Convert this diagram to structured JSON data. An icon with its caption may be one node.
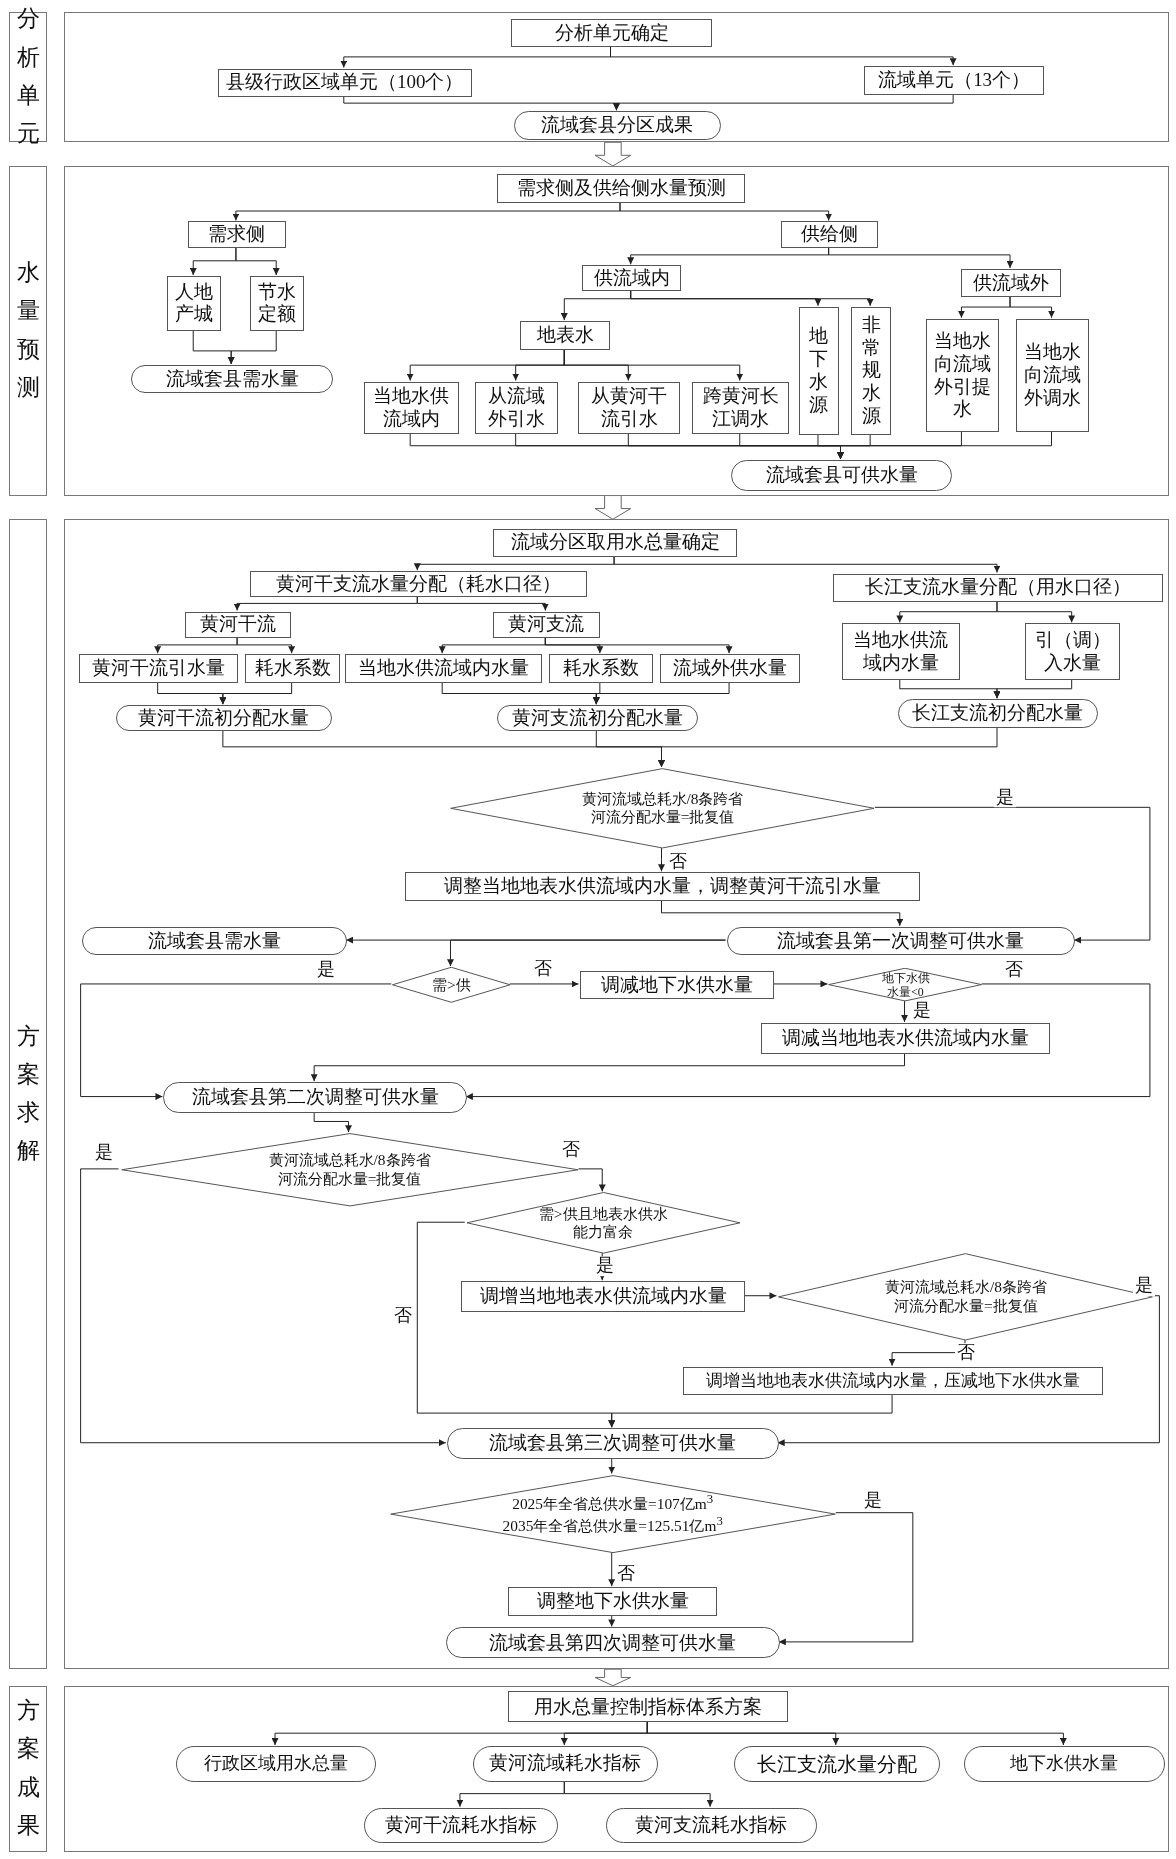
{
  "diagram": {
    "nodes": [
      {
        "text": [
          "分析单元"
        ]
      },
      {
        "text": [],
        "shape": "box"
      },
      {
        "text": [
          "分析单元确定"
        ],
        "in": 1
      },
      {
        "text": [
          "县级行政区域单元（100个）"
        ],
        "in": 1
      },
      {
        "text": [
          "流域单元（13个）"
        ],
        "in": 1
      },
      {
        "text": [
          "流域套县分区成果"
        ],
        "in": 1
      },
      {
        "text": [
          "水量预测"
        ]
      },
      {
        "text": [],
        "shape": "box"
      },
      {
        "text": [
          "需求侧及供给侧水量预测"
        ],
        "in": 7
      },
      {
        "text": [
          "需求侧"
        ],
        "in": 7
      },
      {
        "text": [
          "供给侧"
        ],
        "in": 7
      },
      {
        "text": [
          "人地产城"
        ],
        "in": 7
      },
      {
        "text": [
          "节水定额"
        ],
        "in": 7
      },
      {
        "text": [
          "流域套县需水量"
        ],
        "in": 7
      },
      {
        "text": [
          "供流域内"
        ],
        "in": 7
      },
      {
        "text": [
          "供流域外"
        ],
        "in": 7
      },
      {
        "text": [
          "地表水"
        ],
        "in": 7
      },
      {
        "text": [
          "地下水源"
        ],
        "in": 7
      },
      {
        "text": [
          "非常规水源"
        ],
        "in": 7
      },
      {
        "text": [
          "当地水向流域外引提水"
        ],
        "in": 7
      },
      {
        "text": [
          "当地水向流域外调水"
        ],
        "in": 7
      },
      {
        "text": [
          "当地水供流域内"
        ],
        "in": 7
      },
      {
        "text": [
          "从流域外引水"
        ],
        "in": 7
      },
      {
        "text": [
          "从黄河干流引水"
        ],
        "in": 7
      },
      {
        "text": [
          "跨黄河长江调水"
        ],
        "in": 7
      },
      {
        "text": [
          "流域套县可供水量"
        ],
        "in": 7
      },
      {
        "text": [
          "方案求解"
        ]
      },
      {
        "text": [],
        "shape": "box"
      },
      {
        "text": [
          "流域分区取用水总量确定"
        ],
        "in": 27
      },
      {
        "text": [
          "黄河干支流水量分配（耗水口径）"
        ],
        "in": 27
      },
      {
        "text": [
          "长江支流水量分配（用水口径）"
        ],
        "in": 27
      },
      {
        "text": [
          "黄河干流"
        ],
        "in": 27
      },
      {
        "text": [
          "黄河支流"
        ],
        "in": 27
      },
      {
        "text": [
          "黄河干流引水量"
        ],
        "in": 27
      },
      {
        "text": [
          "耗水系数"
        ],
        "in": 27
      },
      {
        "text": [
          "当地水供流域内水量"
        ],
        "in": 27
      },
      {
        "text": [
          "耗水系数"
        ],
        "in": 27
      },
      {
        "text": [
          "流域外供水量"
        ],
        "in": 27
      },
      {
        "text": [
          "当地水供流域内水量"
        ],
        "in": 27
      },
      {
        "text": [
          "引（调）入水量"
        ],
        "in": 27
      },
      {
        "text": [
          "黄河干流初分配水量"
        ],
        "in": 27
      },
      {
        "text": [
          "黄河支流初分配水量"
        ],
        "in": 27
      },
      {
        "text": [
          "长江支流初分配水量"
        ],
        "in": 27
      },
      {
        "text": [
          "黄河流域总耗水/8条跨省河流分配水量=批复值"
        ],
        "in": 27
      },
      {
        "text": [
          "调整当地地表水供流域内水量，调整黄河干流引水量"
        ],
        "in": 27
      },
      {
        "text": [
          "流域套县需水量"
        ],
        "in": 27
      },
      {
        "text": [
          "流域套县第一次调整可供水量"
        ],
        "in": 27
      },
      {
        "text": [
          "需>供"
        ],
        "in": 27
      },
      {
        "text": [
          "调减地下水供水量"
        ],
        "in": 27
      },
      {
        "text": [
          "地下水供水量<0"
        ],
        "in": 27
      },
      {
        "text": [
          "调减当地地表水供流域内水量"
        ],
        "in": 27
      },
      {
        "text": [
          "流域套县第二次调整可供水量"
        ],
        "in": 27
      },
      {
        "text": [
          "黄河流域总耗水/8条跨省河流分配水量=批复值"
        ],
        "in": 27
      },
      {
        "text": [
          "需>供且地表水供水能力富余"
        ],
        "in": 27
      },
      {
        "text": [
          "调增当地地表水供流域内水量"
        ],
        "in": 27
      },
      {
        "text": [
          "黄河流域总耗水/8条跨省河流分配水量=批复值"
        ],
        "in": 27
      },
      {
        "text": [
          "调增当地地表水供流域内水量，压减地下水供水量"
        ],
        "in": 27
      },
      {
        "text": [
          "流域套县第三次调整可供水量"
        ],
        "in": 27
      },
      {
        "text": [
          "2025年全省总供水量=107亿m$^{3}$",
          "2035年全省总供水量=125.51亿m$^{3}$"
        ],
        "in": 27
      },
      {
        "text": [
          "调整地下水供水量"
        ],
        "in": 27
      },
      {
        "text": [
          "流域套县第四次调整可供水量"
        ],
        "in": 27
      },
      {
        "text": [
          "方案成果"
        ]
      },
      {
        "text": [],
        "shape": "box"
      },
      {
        "text": [
          "用水总量控制指标体系方案"
        ],
        "in": 62
      },
      {
        "text": [
          "行政区域用水总量"
        ],
        "in": 62
      },
      {
        "text": [
          "黄河流域耗水指标"
        ],
        "in": 62
      },
      {
        "text": [
          "长江支流水量分配"
        ],
        "in": 62
      },
      {
        "text": [
          "地下水供水量"
        ],
        "in": 62
      },
      {
        "text": [
          "黄河干流耗水指标"
        ],
        "in": 62
      },
      {
        "text": [
          "黄河支流耗水指标"
        ],
        "in": 62
      }
    ],
    "edges": [
      {
        "from": 1,
        "to": 7,
        "arrow": "to",
        "style": "thick"
      },
      {
        "from": 7,
        "to": 27,
        "arrow": "to",
        "style": "thick"
      },
      {
        "from": 27,
        "to": 62,
        "arrow": "to",
        "style": "thick"
      },
      {
        "from": 2,
        "to": 3,
        "arrow": "to"
      },
      {
        "from": 2,
        "to": 4,
        "arrow": "to"
      },
      {
        "from": 3,
        "to": 5,
        "arrow": "to"
      },
      {
        "from": 4,
        "to": 5,
        "arrow": "to"
      },
      {
        "from": 8,
        "to": 9,
        "arrow": "to"
      },
      {
        "from": 8,
        "to": 10,
        "arrow": "to"
      },
      {
        "from": 9,
        "to": 11,
        "arrow": "to"
      },
      {
        "from": 9,
        "to": 12,
        "arrow": "to"
      },
      {
        "from": 11,
        "to": 13,
        "arrow": "to"
      },
      {
        "from": 12,
        "to": 13,
        "arrow": "to"
      },
      {
        "from": 10,
        "to": 14,
        "arrow": "to"
      },
      {
        "from": 10,
        "to": 15,
        "arrow": "to"
      },
      {
        "from": 14,
        "to": 16,
        "arrow": "to"
      },
      {
        "from": 14,
        "to": 17,
        "arrow": "to"
      },
      {
        "from": 14,
        "to": 18,
        "arrow": "to"
      },
      {
        "from": 15,
        "to": 19,
        "arrow": "to"
      },
      {
        "from": 15,
        "to": 20,
        "arrow": "to"
      },
      {
        "from": 16,
        "to": 21,
        "arrow": "to"
      },
      {
        "from": 16,
        "to": 22,
        "arrow": "to"
      },
      {
        "from": 16,
        "to": 23,
        "arrow": "to"
      },
      {
        "from": 16,
        "to": 24,
        "arrow": "to"
      },
      {
        "from": 21,
        "to": 25,
        "arrow": "to"
      },
      {
        "from": 22,
        "to": 25,
        "arrow": "to"
      },
      {
        "from": 23,
        "to": 25,
        "arrow": "to"
      },
      {
        "from": 24,
        "to": 25,
        "arrow": "to"
      },
      {
        "from": 17,
        "to": 25,
        "arrow": "to"
      },
      {
        "from": 18,
        "to": 25,
        "arrow": "to"
      },
      {
        "from": 19,
        "to": 25,
        "arrow": "to"
      },
      {
        "from": 20,
        "to": 25,
        "arrow": "to"
      },
      {
        "from": 28,
        "to": 29,
        "arrow": "to"
      },
      {
        "from": 28,
        "to": 30,
        "arrow": "to"
      },
      {
        "from": 29,
        "to": 31,
        "arrow": "to"
      },
      {
        "from": 29,
        "to": 32,
        "arrow": "to"
      },
      {
        "from": 31,
        "to": 33,
        "arrow": "to"
      },
      {
        "from": 31,
        "to": 34,
        "arrow": "to"
      },
      {
        "from": 32,
        "to": 35,
        "arrow": "to"
      },
      {
        "from": 32,
        "to": 36,
        "arrow": "to"
      },
      {
        "from": 32,
        "to": 37,
        "arrow": "to"
      },
      {
        "from": 30,
        "to": 38,
        "arrow": "to"
      },
      {
        "from": 30,
        "to": 39,
        "arrow": "to"
      },
      {
        "from": 33,
        "to": 40,
        "arrow": "to"
      },
      {
        "from": 34,
        "to": 40,
        "arrow": "to"
      },
      {
        "from": 35,
        "to": 41,
        "arrow": "to"
      },
      {
        "from": 36,
        "to": 41,
        "arrow": "to"
      },
      {
        "from": 37,
        "to": 41,
        "arrow": "to"
      },
      {
        "from": 38,
        "to": 42,
        "arrow": "to"
      },
      {
        "from": 39,
        "to": 42,
        "arrow": "to"
      },
      {
        "from": 40,
        "to": 43,
        "arrow": "to"
      },
      {
        "from": 41,
        "to": 43,
        "arrow": "to"
      },
      {
        "from": 42,
        "to": 43,
        "arrow": "to"
      },
      {
        "from": 43,
        "to": 44,
        "arrow": "to",
        "label": "否"
      },
      {
        "from": 43,
        "to": 46,
        "arrow": "to",
        "label": "是"
      },
      {
        "from": 44,
        "to": 46,
        "arrow": "to"
      },
      {
        "from": 46,
        "to": 45,
        "arrow": "to"
      },
      {
        "from": 46,
        "to": 47,
        "arrow": "to"
      },
      {
        "from": 47,
        "to": 48,
        "arrow": "to",
        "label": "否"
      },
      {
        "from": 47,
        "to": 51,
        "arrow": "to",
        "label": "是"
      },
      {
        "from": 48,
        "to": 49,
        "arrow": "to"
      },
      {
        "from": 49,
        "to": 50,
        "arrow": "to",
        "label": "是"
      },
      {
        "from": 49,
        "to": 51,
        "arrow": "to",
        "label": "否"
      },
      {
        "from": 50,
        "to": 51,
        "arrow": "to"
      },
      {
        "from": 51,
        "to": 52,
        "arrow": "to"
      },
      {
        "from": 52,
        "to": 53,
        "arrow": "to",
        "label": "否"
      },
      {
        "from": 52,
        "to": 57,
        "arrow": "to",
        "label": "是"
      },
      {
        "from": 53,
        "to": 54,
        "arrow": "to",
        "label": "是"
      },
      {
        "from": 53,
        "to": 57,
        "arrow": "to",
        "label": "否"
      },
      {
        "from": 54,
        "to": 55,
        "arrow": "to"
      },
      {
        "from": 55,
        "to": 56,
        "arrow": "to",
        "label": "否"
      },
      {
        "from": 55,
        "to": 57,
        "arrow": "to",
        "label": "是"
      },
      {
        "from": 56,
        "to": 57,
        "arrow": "to"
      },
      {
        "from": 57,
        "to": 58,
        "arrow": "to"
      },
      {
        "from": 58,
        "to": 59,
        "arrow": "to",
        "label": "否"
      },
      {
        "from": 58,
        "to": 60,
        "arrow": "to",
        "label": "是"
      },
      {
        "from": 59,
        "to": 60,
        "arrow": "to"
      },
      {
        "from": 63,
        "to": 64,
        "arrow": "to"
      },
      {
        "from": 63,
        "to": 65,
        "arrow": "to"
      },
      {
        "from": 63,
        "to": 66,
        "arrow": "to"
      },
      {
        "from": 63,
        "to": 67,
        "arrow": "to"
      },
      {
        "from": 65,
        "to": 68,
        "arrow": "to"
      },
      {
        "from": 65,
        "to": 69,
        "arrow": "to"
      }
    ]
  }
}
